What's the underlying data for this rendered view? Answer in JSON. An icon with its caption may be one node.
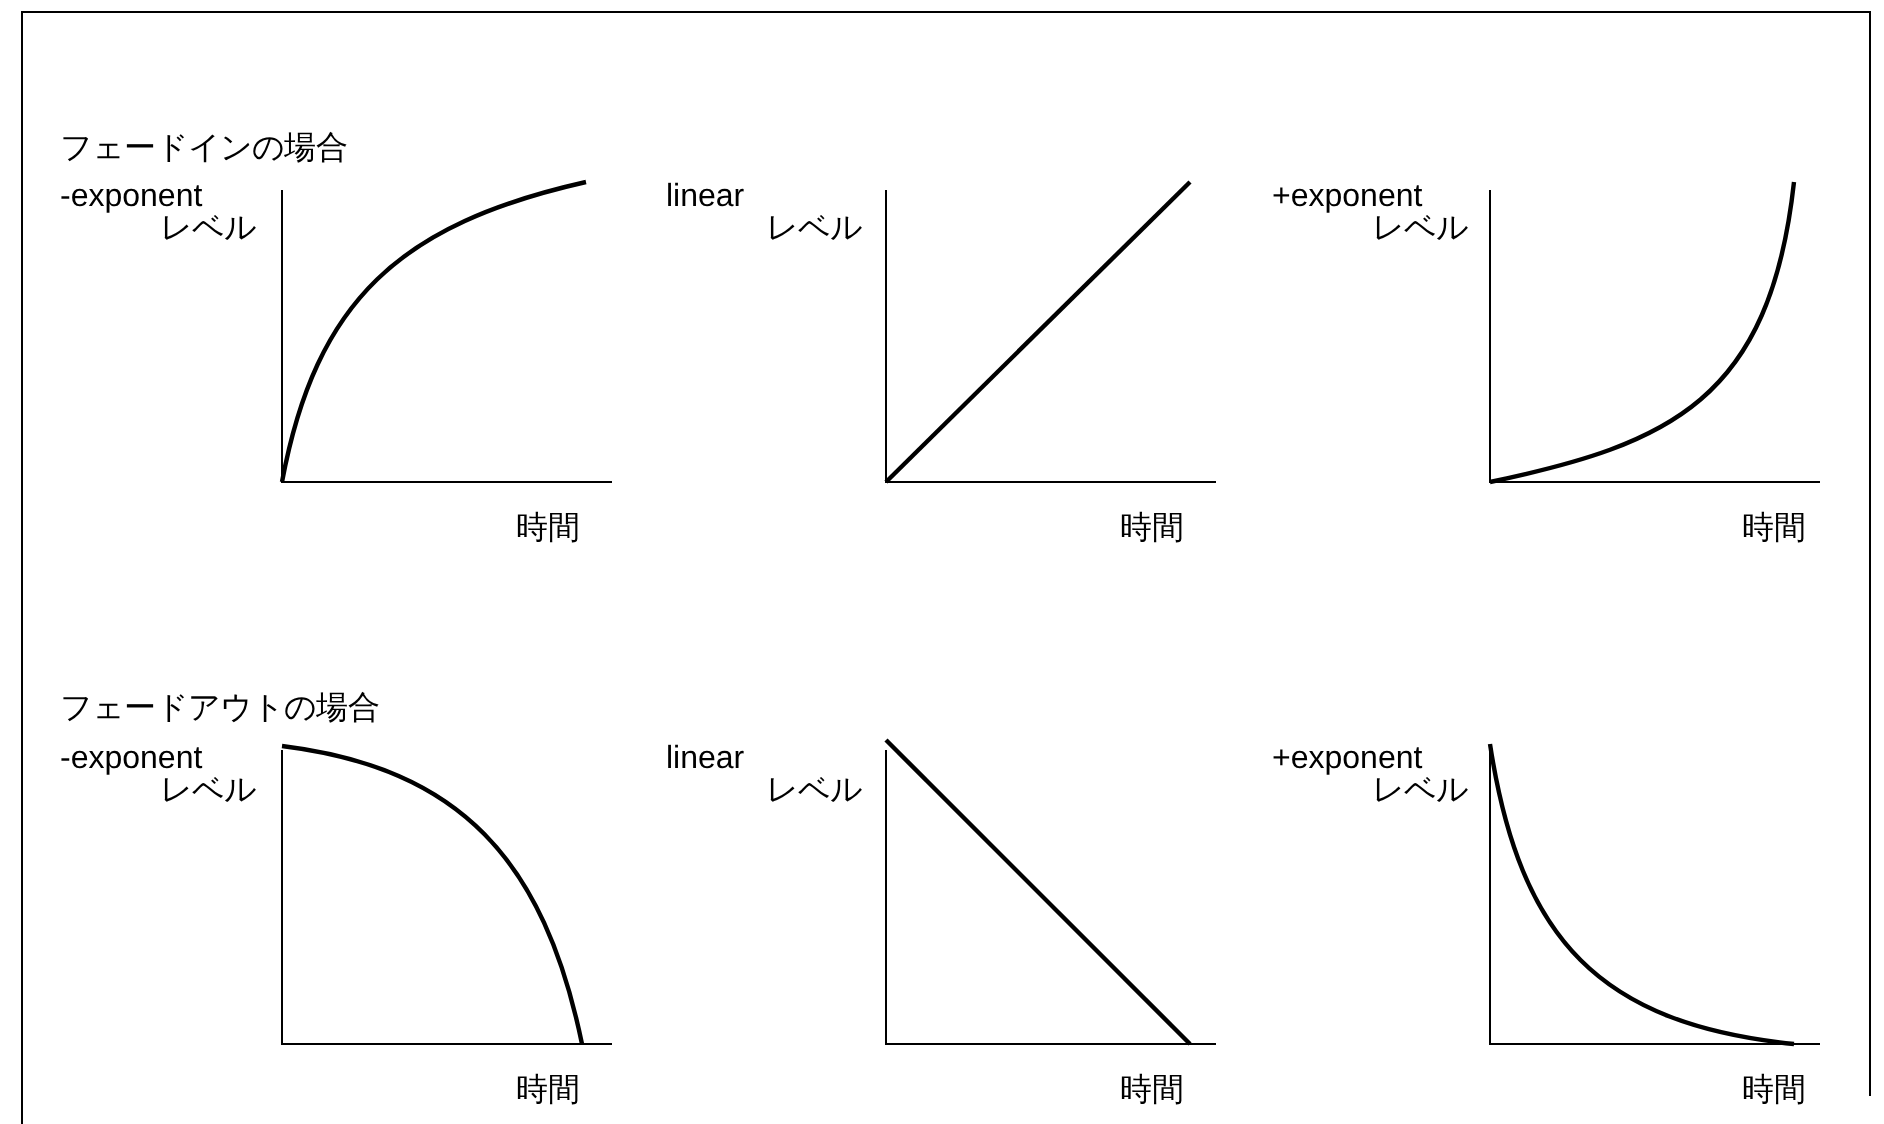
{
  "diagram": {
    "labels": [
      "フェードインの場合",
      "-exponent",
      "linear",
      "+exponent",
      "レベル",
      "レベル",
      "レベル",
      "時間",
      "時間",
      "時間",
      "フェードアウトの場合",
      "-exponent",
      "linear",
      "+exponent",
      "レベル",
      "レベル",
      "レベル",
      "時間",
      "時間",
      "時間"
    ]
  }
}
